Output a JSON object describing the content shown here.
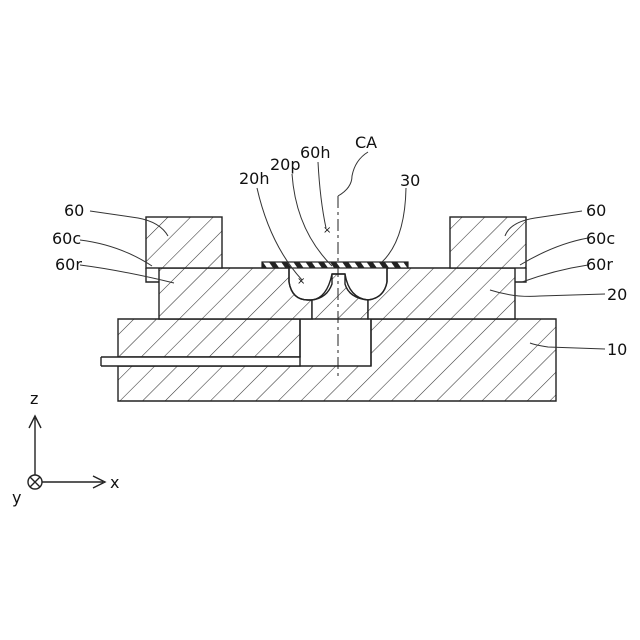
{
  "labels": {
    "ca": "CA",
    "l_60h": "60h",
    "l_20p": "20p",
    "l_20h": "20h",
    "l_30": "30",
    "l_60_left": "60",
    "l_60c_left": "60c",
    "l_60r_left": "60r",
    "l_60_right": "60",
    "l_60c_right": "60c",
    "l_60r_right": "60r",
    "l_20": "20",
    "l_10": "10",
    "axis_z": "z",
    "axis_x": "x",
    "axis_y": "y"
  },
  "icons": {
    "y_axis_symbol": "circle-cross-icon"
  }
}
